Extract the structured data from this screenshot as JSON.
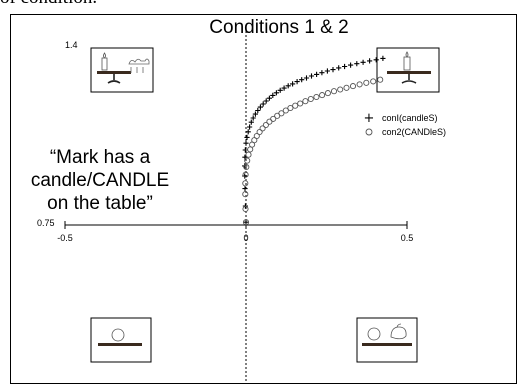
{
  "caption": "of condition.",
  "slide": {
    "sentence_lines": [
      "“Mark has a",
      "candle/CANDLE",
      "on the table”"
    ]
  },
  "chart_data": {
    "type": "scatter",
    "title": "Conditions 1 & 2",
    "xlabel": "",
    "ylabel": "",
    "xlim": [
      -0.5,
      0.5
    ],
    "ylim": [
      0.75,
      1.4
    ],
    "x_ticks": [
      "-0.5",
      "0",
      "0.5"
    ],
    "y_ticks": [
      "1.4",
      "0.75"
    ],
    "legend_position": "right",
    "grid": false,
    "colors": {
      "con1": "#000000",
      "con2": "#555555"
    },
    "series": [
      {
        "name": "conI(candleS)",
        "marker": "+",
        "x": [
          0.0,
          -0.002,
          -0.0032,
          -0.004,
          -0.0041,
          -0.0035,
          -0.0021,
          0.0001,
          0.003,
          0.0068,
          0.0112,
          0.0165,
          0.0225,
          0.0291,
          0.0365,
          0.0446,
          0.0533,
          0.0626,
          0.0726,
          0.0832,
          0.0943,
          0.1061,
          0.1184,
          0.1312,
          0.1446,
          0.1586,
          0.173,
          0.188,
          0.2034,
          0.2194,
          0.2358,
          0.2527,
          0.2701,
          0.2879,
          0.3062,
          0.325,
          0.3441,
          0.3637,
          0.3837,
          0.4042,
          0.425
        ],
        "y": [
          0.76,
          0.818,
          0.88,
          0.925,
          0.961,
          0.992,
          1.018,
          1.042,
          1.063,
          1.083,
          1.1,
          1.117,
          1.132,
          1.146,
          1.159,
          1.171,
          1.182,
          1.193,
          1.203,
          1.213,
          1.222,
          1.231,
          1.239,
          1.247,
          1.254,
          1.262,
          1.269,
          1.275,
          1.282,
          1.288,
          1.294,
          1.3,
          1.305,
          1.311,
          1.316,
          1.321,
          1.326,
          1.331,
          1.336,
          1.34,
          1.345
        ]
      },
      {
        "name": "con2(CANDleS)",
        "marker": "o",
        "x": [
          0.0,
          -0.0015,
          -0.0022,
          -0.0022,
          -0.0012,
          0.0008,
          0.0038,
          0.0078,
          0.0129,
          0.0188,
          0.0257,
          0.0335,
          0.0421,
          0.0515,
          0.0617,
          0.0727,
          0.0844,
          0.0968,
          0.1098,
          0.1236,
          0.1379,
          0.1529,
          0.1684,
          0.1846,
          0.2012,
          0.2185,
          0.2362,
          0.2545,
          0.2732,
          0.2925,
          0.3121,
          0.3322,
          0.3528,
          0.3737,
          0.3951,
          0.4169
        ],
        "y": [
          0.76,
          0.807,
          0.86,
          0.899,
          0.93,
          0.957,
          0.98,
          1.001,
          1.02,
          1.037,
          1.053,
          1.068,
          1.082,
          1.095,
          1.107,
          1.119,
          1.129,
          1.14,
          1.149,
          1.159,
          1.168,
          1.176,
          1.184,
          1.192,
          1.2,
          1.207,
          1.214,
          1.221,
          1.228,
          1.234,
          1.24,
          1.246,
          1.252,
          1.258,
          1.263,
          1.269
        ]
      }
    ]
  }
}
